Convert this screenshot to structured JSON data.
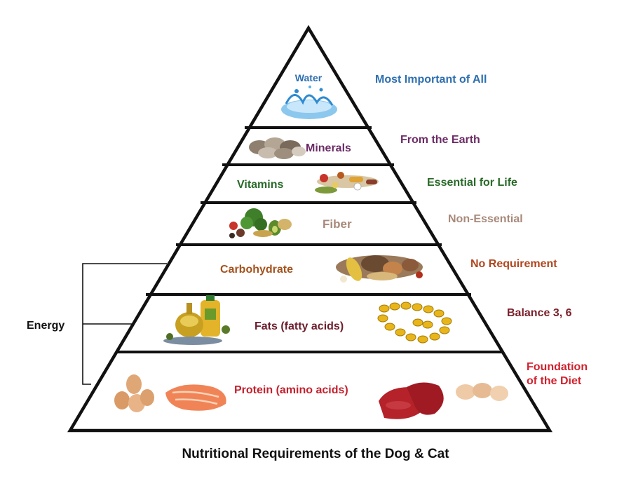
{
  "title": "Nutritional Requirements of the Dog & Cat",
  "energy_label": "Energy",
  "tiers": [
    {
      "name": "Water",
      "note": "Most Important of All",
      "name_color": "#2e6faf",
      "note_color": "#2e6faf",
      "icon": "water-splash-icon"
    },
    {
      "name": "Minerals",
      "note": "From the Earth",
      "name_color": "#6b2c66",
      "note_color": "#6b2c66",
      "icon": "stones-icon"
    },
    {
      "name": "Vitamins",
      "note": "Essential for Life",
      "name_color": "#2a6a2a",
      "note_color": "#2a6a2a",
      "icon": "vitamin-pills-icon"
    },
    {
      "name": "Fiber",
      "note": "Non-Essential",
      "name_color": "#a8897a",
      "note_color": "#a8897a",
      "icon": "vegetables-icon"
    },
    {
      "name": "Carbohydrate",
      "note": "No Requirement",
      "name_color": "#a4521d",
      "note_color": "#b0461e",
      "icon": "grains-icon"
    },
    {
      "name": "Fats (fatty acids)",
      "note": "Balance 3, 6",
      "name_color": "#6b1e2c",
      "note_color": "#7a1f2a",
      "icon": "oil-bottles-icon"
    },
    {
      "name": "Protein (amino acids)",
      "note": "Foundation of the Diet",
      "name_color": "#c3212e",
      "note_color": "#d0212d",
      "icon": "eggs-salmon-meat-icon"
    }
  ],
  "extra_icons": [
    "omega-capsules-icon",
    "chicken-icon"
  ]
}
